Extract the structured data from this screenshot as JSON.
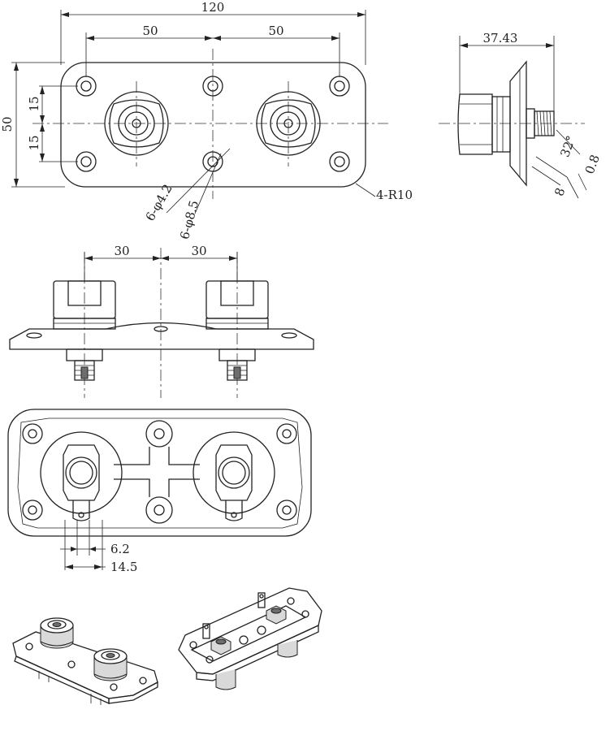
{
  "drawing": {
    "front_view": {
      "overall_width": "120",
      "hole_spacing_left": "50",
      "hole_spacing_right": "50",
      "overall_height": "50",
      "half_pitch_top": "15",
      "half_pitch_bottom": "15",
      "small_hole_callout": "6-φ4.2",
      "counterbore_callout": "6-φ8.5",
      "corner_radius_callout": "4-R10"
    },
    "side_view": {
      "depth": "37.43",
      "thread_angle": "32°",
      "thread_depth": "0.8",
      "thread_pitch": "8"
    },
    "top_view": {
      "pitch_left": "30",
      "pitch_right": "30"
    },
    "rear_view": {
      "tab_width": "6.2",
      "tab_spacing": "14.5"
    }
  }
}
